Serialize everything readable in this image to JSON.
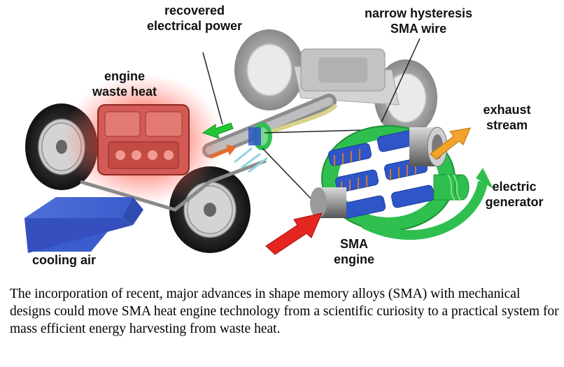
{
  "labels": {
    "recovered_power": [
      "recovered",
      "electrical power"
    ],
    "waste_heat": [
      "engine",
      "waste heat"
    ],
    "sma_wire": [
      "narrow hysteresis",
      "SMA wire"
    ],
    "exhaust": [
      "exhaust",
      "stream"
    ],
    "generator": [
      "electric",
      "generator"
    ],
    "cooling_air": "cooling air",
    "sma_engine": [
      "SMA",
      "engine"
    ]
  },
  "caption": "The incorporation of recent, major advances in shape memory alloys (SMA) with mechanical designs could move SMA heat engine technology from a scientific curiosity to a practical system for mass efficient energy harvesting from waste heat.",
  "colors": {
    "heat_glow": "#ff3b2f",
    "cooling_air": "#4a6bd0",
    "recovered_arrow": "#22c833",
    "exhaust_arrow": "#f2a32a",
    "hot_inflow_arrow": "#e52520",
    "sma_ring": "#2fbf4f",
    "wire_coil": "#2e56c8",
    "pipe": "#d8d38a"
  },
  "icons": [
    "chassis-illustration",
    "engine-block",
    "wheel",
    "sma-heat-engine",
    "electric-generator"
  ]
}
